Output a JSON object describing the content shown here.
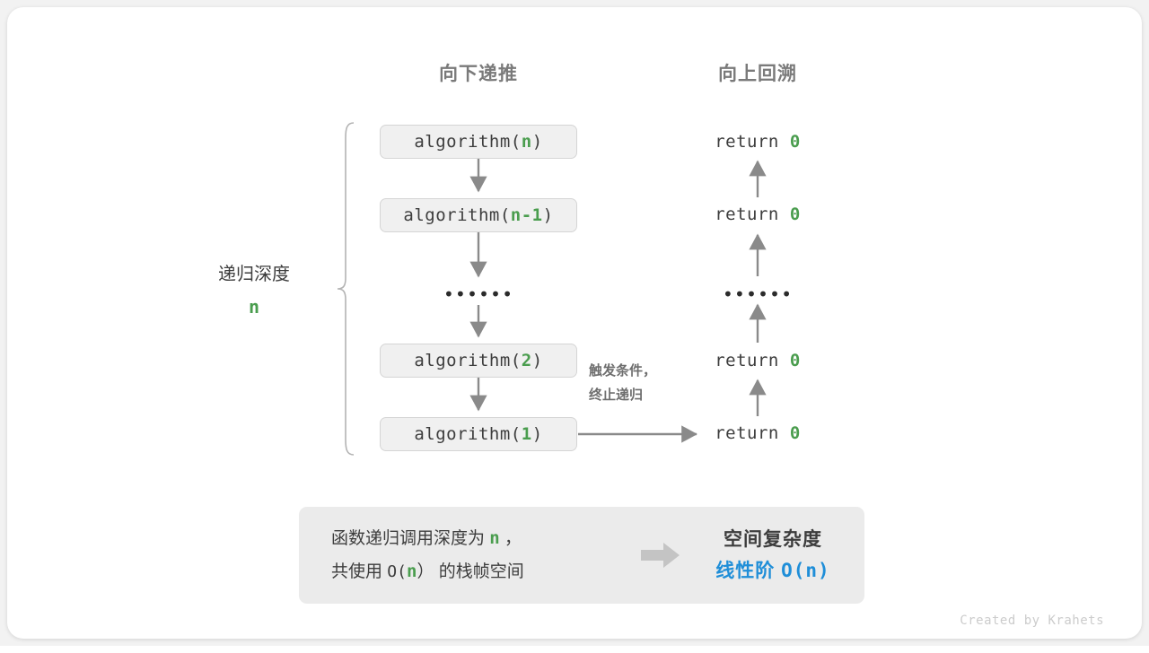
{
  "headers": {
    "down": "向下递推",
    "up": "向上回溯"
  },
  "depth": {
    "label": "递归深度",
    "value": "n"
  },
  "calls": [
    {
      "prefix": "algorithm(",
      "arg": "n",
      "suffix": ")"
    },
    {
      "prefix": "algorithm(",
      "arg": "n-1",
      "suffix": ")"
    },
    {
      "prefix": "algorithm(",
      "arg": "2",
      "suffix": ")"
    },
    {
      "prefix": "algorithm(",
      "arg": "1",
      "suffix": ")"
    }
  ],
  "ellipsis": "••••••",
  "returns": [
    {
      "keyword": "return ",
      "value": "0"
    },
    {
      "keyword": "return ",
      "value": "0"
    },
    {
      "keyword": "return ",
      "value": "0"
    },
    {
      "keyword": "return ",
      "value": "0"
    }
  ],
  "trigger_note": {
    "line1": "触发条件，",
    "line2": "终止递归"
  },
  "summary": {
    "line1_a": "函数递归调用深度为",
    "line1_n": "n",
    "line1_b": "，",
    "line2_a": "共使用",
    "line2_o": "O(",
    "line2_n": "n",
    "line2_c": "）",
    "line2_b": "的栈帧空间",
    "title": "空间复杂度",
    "value_text": "线性阶",
    "value_mono": "O(n)"
  },
  "credit": "Created by Krahets",
  "colors": {
    "green": "#4a9d4e",
    "blue": "#1f8ed8",
    "gray_text": "#3d3d3d",
    "header_gray": "#7a7a7a",
    "box_fill": "#f0f0f0",
    "box_border": "#d5d5d5",
    "panel_fill": "#ebebeb",
    "arrow_gray": "#8a8a8a",
    "credit_gray": "#cccccc"
  }
}
